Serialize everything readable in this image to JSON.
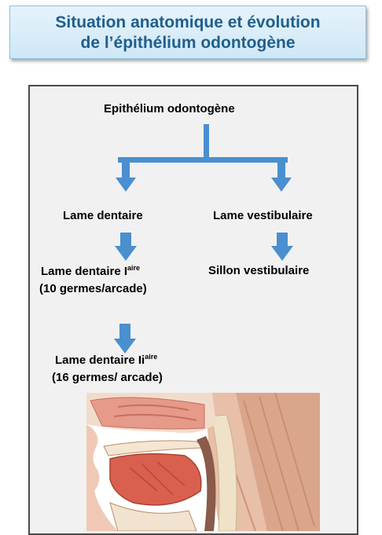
{
  "title": {
    "line1": "Situation anatomique et évolution",
    "line2": "de l’épithélium odontogène"
  },
  "diagram": {
    "root": "Epithélium odontogène",
    "left_branch": "Lame dentaire",
    "right_branch": "Lame vestibulaire",
    "primary": {
      "name": "Lame dentaire I",
      "superscript": "aire",
      "detail": "(10 germes/arcade)"
    },
    "right_result": "Sillon vestibulaire",
    "secondary": {
      "name": "Lame dentaire Ii",
      "superscript": "aire",
      "detail": "(16 germes/ arcade)"
    }
  },
  "colors": {
    "title_text": "#1f5f8b",
    "arrow": "#4a8fd0"
  }
}
